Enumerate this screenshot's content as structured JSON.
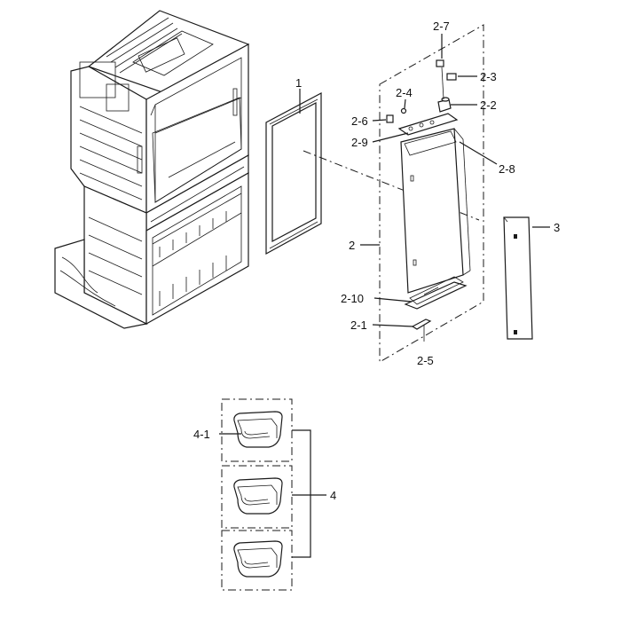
{
  "callouts": {
    "c1": "1",
    "c2": "2",
    "c2_1": "2-1",
    "c2_2": "2-2",
    "c2_3": "2-3",
    "c2_4": "2-4",
    "c2_5": "2-5",
    "c2_6": "2-6",
    "c2_7": "2-7",
    "c2_8": "2-8",
    "c2_9": "2-9",
    "c2_10": "2-10",
    "c3": "3",
    "c4": "4",
    "c4_1": "4-1"
  }
}
